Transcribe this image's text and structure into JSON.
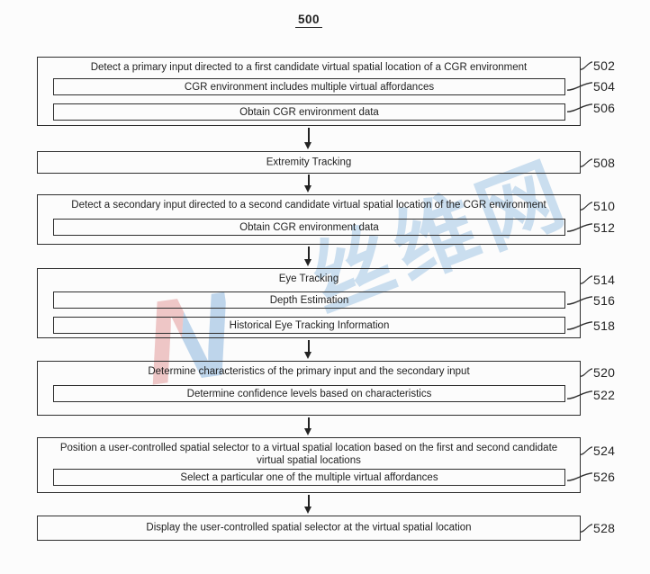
{
  "figure": {
    "number": "500"
  },
  "steps": {
    "s502": {
      "title": "Detect a primary input directed to a first candidate virtual spatial location of a CGR environment",
      "subs": {
        "s504": "CGR environment includes multiple virtual affordances",
        "s506": "Obtain CGR environment data"
      }
    },
    "s508": {
      "title": "Extremity Tracking"
    },
    "s510": {
      "title": "Detect a secondary input directed to a second candidate virtual spatial location of the CGR environment",
      "subs": {
        "s512": "Obtain CGR environment data"
      }
    },
    "s514": {
      "title": "Eye Tracking",
      "subs": {
        "s516": "Depth Estimation",
        "s518": "Historical Eye Tracking Information"
      }
    },
    "s520": {
      "title": "Determine characteristics of the primary input and the secondary input",
      "subs": {
        "s522": "Determine confidence levels based on characteristics"
      }
    },
    "s524": {
      "title": "Position a user-controlled spatial selector to a virtual spatial location based on the first and second candidate virtual spatial locations",
      "subs": {
        "s526": "Select a particular one of the multiple virtual affordances"
      }
    },
    "s528": {
      "title": "Display the user-controlled spatial selector at the virtual spatial location"
    }
  },
  "refs": {
    "r502": "502",
    "r504": "504",
    "r506": "506",
    "r508": "508",
    "r510": "510",
    "r512": "512",
    "r514": "514",
    "r516": "516",
    "r518": "518",
    "r520": "520",
    "r522": "522",
    "r524": "524",
    "r526": "526",
    "r528": "528"
  },
  "watermark": {
    "logo": "N",
    "text": "丝维网",
    "blue": "#97c0e2",
    "red": "#e08c8c"
  }
}
